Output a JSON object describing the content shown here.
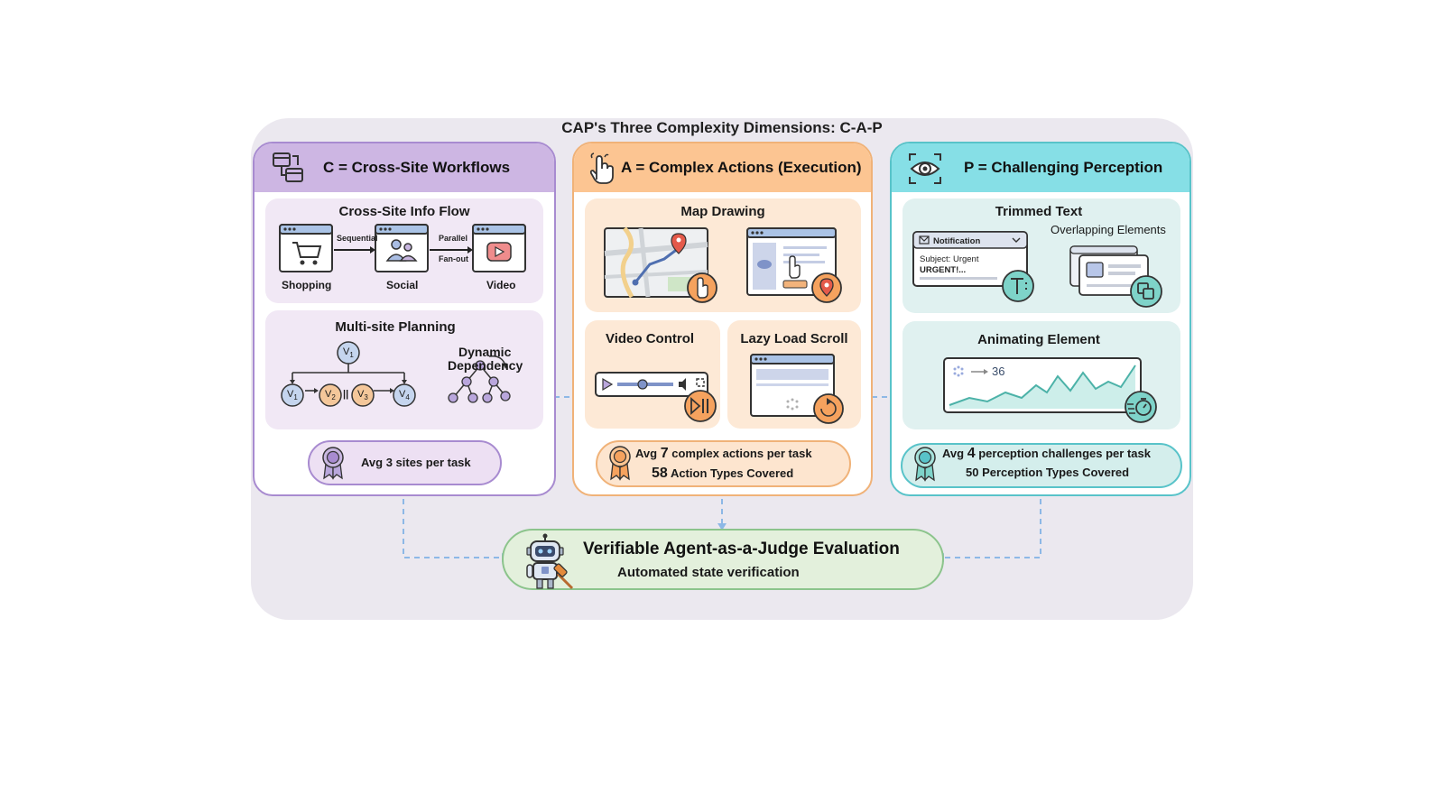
{
  "title": "CAP's Three Complexity Dimensions: C-A-P",
  "colors": {
    "purple": "#a88bd0",
    "purple_light": "#cdb6e3",
    "purple_bg": "#f1e8f5",
    "orange": "#f0b278",
    "orange_light": "#fcc592",
    "orange_bg": "#fde9d6",
    "teal": "#58c3c9",
    "teal_light": "#86dfe6",
    "teal_bg": "#e0f1f0",
    "green": "#8cc48c",
    "green_bg": "#e3f0dc",
    "dash": "#8db8e6"
  },
  "panel_c": {
    "title": "C = Cross-Site Workflows",
    "icon": "linked-windows-icon",
    "info_flow": {
      "title": "Cross-Site Info Flow",
      "sites": [
        "Shopping",
        "Social",
        "Video"
      ],
      "edge_sequential": "Sequential",
      "edge_parallel_line1": "Parallel",
      "edge_parallel_line2": "Fan-out"
    },
    "planning": {
      "title": "Multi-site Planning",
      "nodes": [
        "V",
        "V",
        "V",
        "V"
      ],
      "node_subs": [
        "1",
        "1",
        "2",
        "3",
        "4"
      ],
      "parallel_mark": "||",
      "dynamic_line1": "Dynamic",
      "dynamic_line2": "Dependency"
    },
    "stat": "Avg 3 sites per task"
  },
  "panel_a": {
    "title": "A = Complex Actions (Execution)",
    "icon": "touch-hand-icon",
    "map_drawing": "Map Drawing",
    "video_control": "Video Control",
    "lazy_load": "Lazy Load Scroll",
    "stat_prefix": "Avg",
    "stat_num": "7",
    "stat_suffix": "complex actions per task",
    "stat2_num": "58",
    "stat2_suffix": "Action Types Covered"
  },
  "panel_p": {
    "title": "P = Challenging Perception",
    "icon": "eye-scan-icon",
    "trimmed_text": "Trimmed Text",
    "notification_title": "Notification",
    "notification_subject": "Subject: Urgent",
    "notification_body": "URGENT!...",
    "overlapping": "Overlapping Elements",
    "animating": "Animating Element",
    "animating_value": "36",
    "stat_prefix": "Avg",
    "stat_num": "4",
    "stat_suffix": "perception challenges per task",
    "stat2": "50 Perception Types Covered"
  },
  "judge": {
    "title": "Verifiable Agent-as-a-Judge Evaluation",
    "subtitle": "Automated state verification",
    "icon": "robot-judge-icon"
  }
}
